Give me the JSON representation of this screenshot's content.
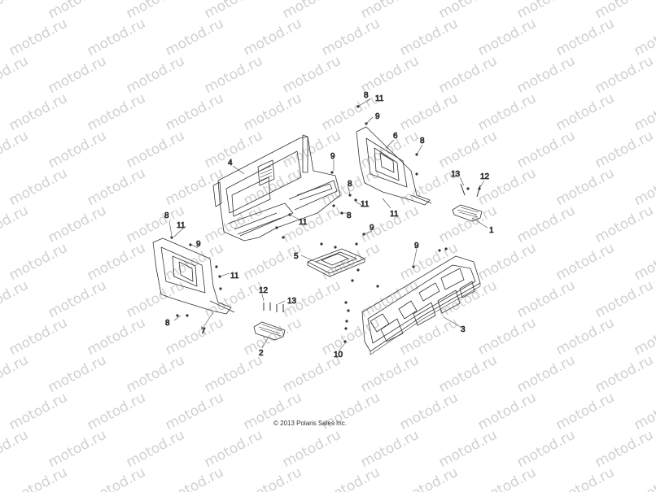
{
  "watermark": "motod.ru",
  "copyright": "© 2013 Polaris Sales Inc.",
  "callouts": [
    {
      "id": "c8a",
      "text": "8"
    },
    {
      "id": "c11a",
      "text": "11"
    },
    {
      "id": "c9a",
      "text": "9"
    },
    {
      "id": "c6",
      "text": "6"
    },
    {
      "id": "c8b",
      "text": "8"
    },
    {
      "id": "c4",
      "text": "4"
    },
    {
      "id": "c9b",
      "text": "9"
    },
    {
      "id": "c13a",
      "text": "13"
    },
    {
      "id": "c12a",
      "text": "12"
    },
    {
      "id": "c8c",
      "text": "8"
    },
    {
      "id": "c11b",
      "text": "11"
    },
    {
      "id": "c11c",
      "text": "11"
    },
    {
      "id": "c8d",
      "text": "8"
    },
    {
      "id": "c11d",
      "text": "11"
    },
    {
      "id": "c1",
      "text": "1"
    },
    {
      "id": "c8e",
      "text": "8"
    },
    {
      "id": "c11e",
      "text": "11"
    },
    {
      "id": "c9c",
      "text": "9"
    },
    {
      "id": "c9d",
      "text": "9"
    },
    {
      "id": "c9e",
      "text": "9"
    },
    {
      "id": "c5",
      "text": "5"
    },
    {
      "id": "c11f",
      "text": "11"
    },
    {
      "id": "c12b",
      "text": "12"
    },
    {
      "id": "c13b",
      "text": "13"
    },
    {
      "id": "c8f",
      "text": "8"
    },
    {
      "id": "c7",
      "text": "7"
    },
    {
      "id": "c3",
      "text": "3"
    },
    {
      "id": "c2",
      "text": "2"
    },
    {
      "id": "c10",
      "text": "10"
    }
  ]
}
